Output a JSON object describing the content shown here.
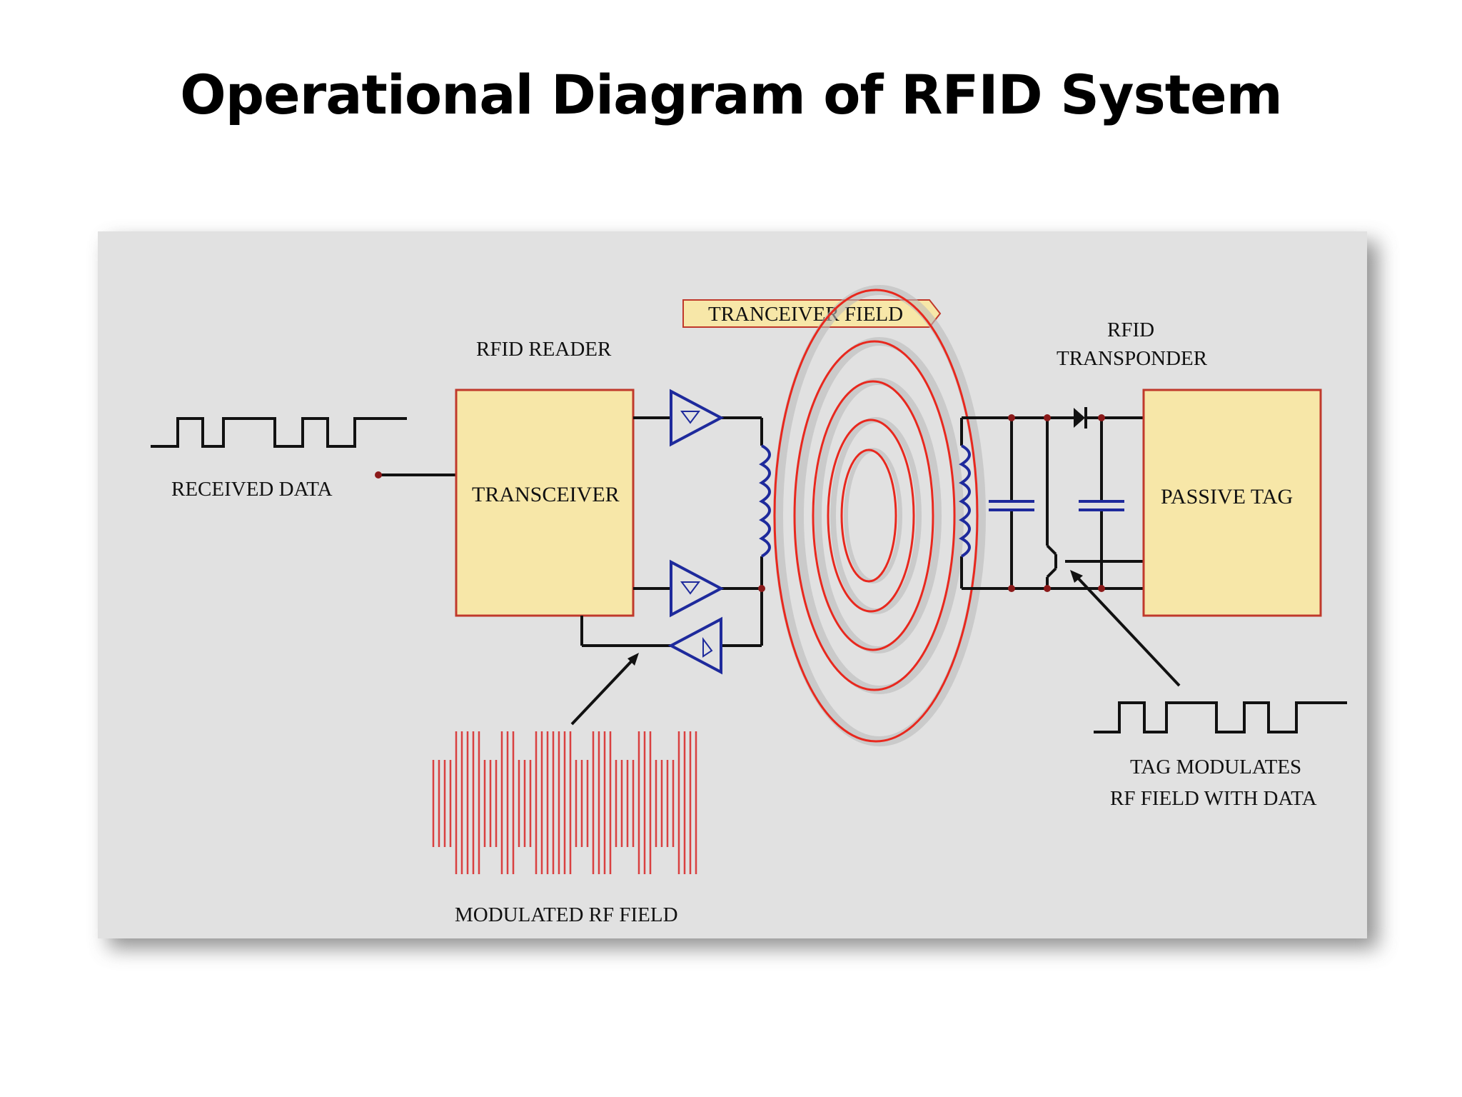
{
  "title": "Operational Diagram of RFID System",
  "colors": {
    "box_fill": "#f7e7a8",
    "box_stroke": "#c0392b",
    "field_red": "#e8281e",
    "component_blue": "#1e2a9c",
    "panel_bg": "#e1e1e1"
  },
  "labels": {
    "rfid_reader": "RFID READER",
    "transceiver": "TRANSCEIVER",
    "received_data": "RECEIVED DATA",
    "tranceiver_field": "TRANCEIVER FIELD",
    "rfid_transponder_line1": "RFID",
    "rfid_transponder_line2": "TRANSPONDER",
    "passive_tag": "PASSIVE TAG",
    "tag_modulates_line1": "TAG MODULATES",
    "tag_modulates_line2": "RF FIELD WITH DATA",
    "modulated_rf_field": "MODULATED RF FIELD"
  }
}
